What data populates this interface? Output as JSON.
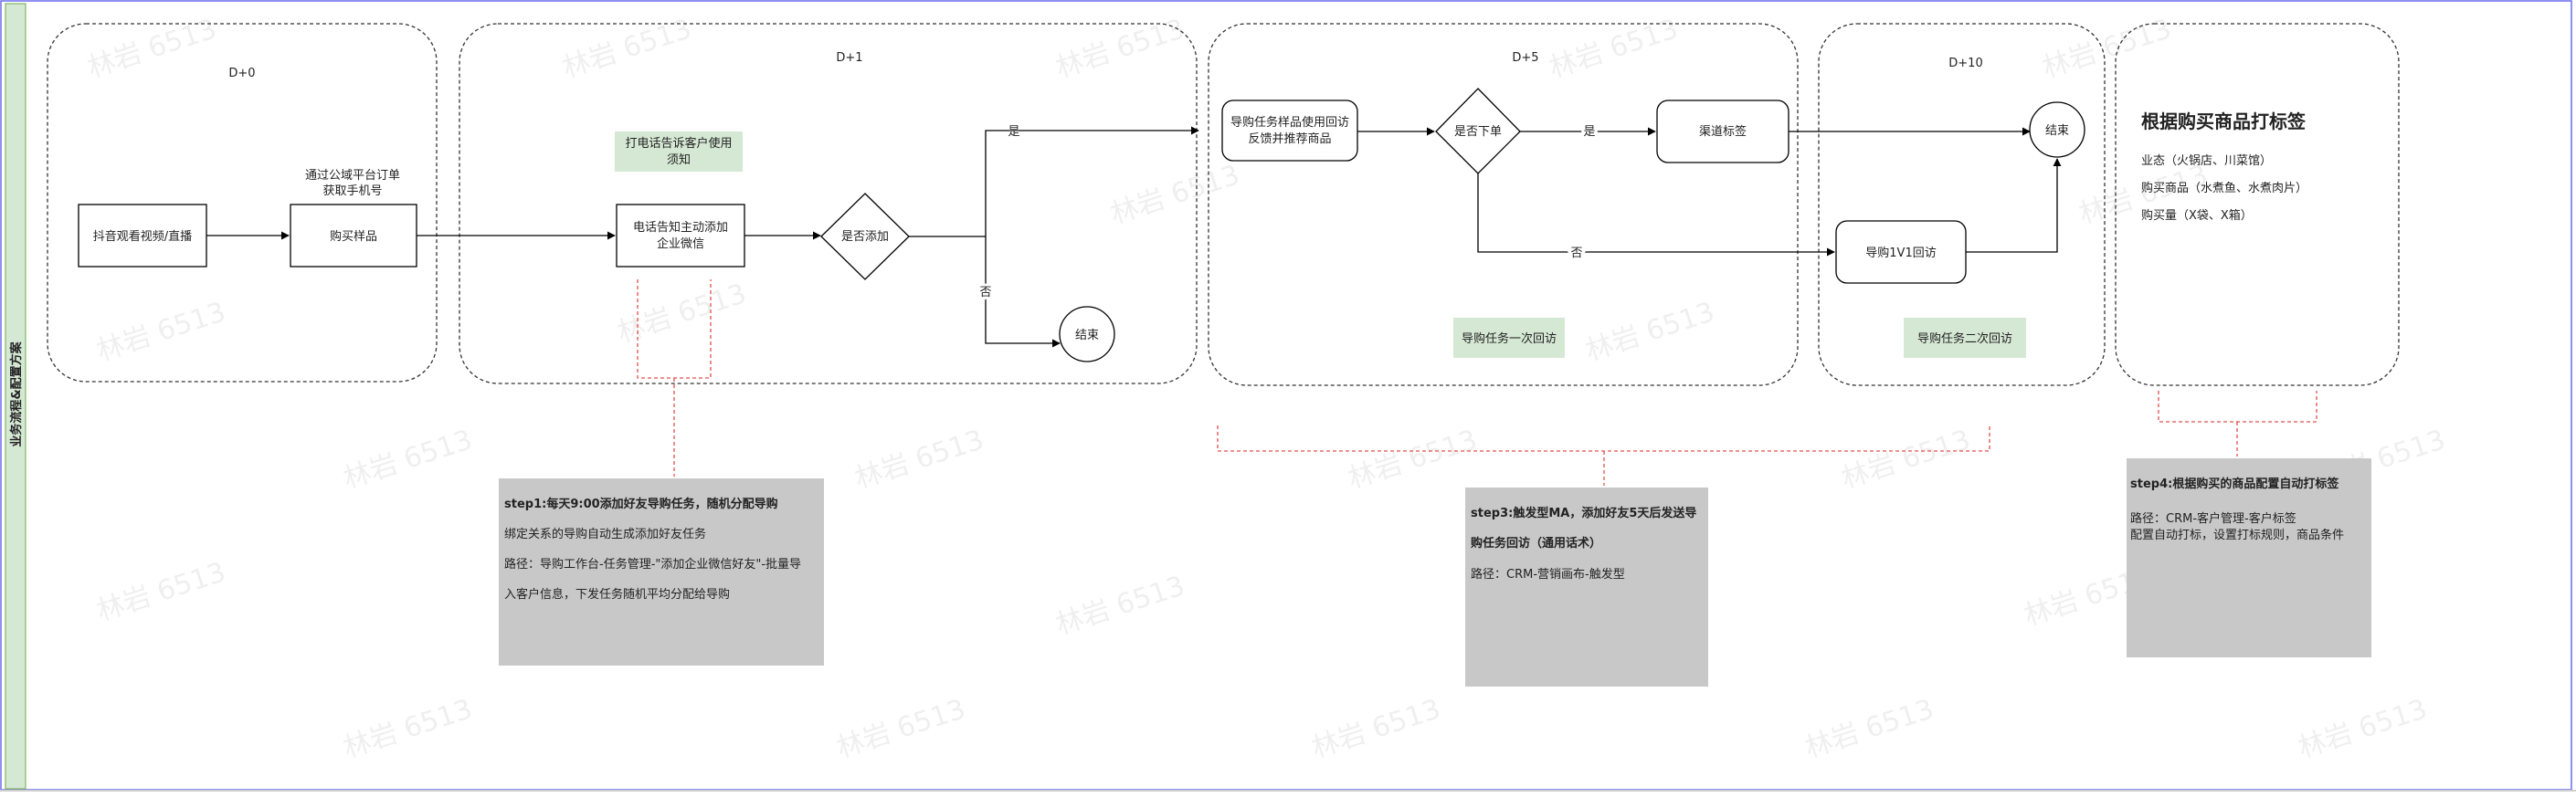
{
  "swimlane": {
    "label": "业务流程&配置方案"
  },
  "phases": {
    "d0": "D+0",
    "d1": "D+1",
    "d5": "D+5",
    "d10": "D+10"
  },
  "nodes": {
    "douyin": "抖音观看视频/直播",
    "buy_sample": "购买样品",
    "get_phone_line1": "通过公域平台订单",
    "get_phone_line2": "获取手机号",
    "call_notify_line1": "打电话告诉客户使用",
    "call_notify_line2": "须知",
    "phone_add_line1": "电话告知主动添加",
    "phone_add_line2": "企业微信",
    "is_added": "是否添加",
    "yes1": "是",
    "no1": "否",
    "end1": "结束",
    "guide_visit_line1": "导购任务样品使用回访",
    "guide_visit_line2": "反馈并推荐商品",
    "is_ordered": "是否下单",
    "yes2": "是",
    "no2": "否",
    "channel_tag": "渠道标签",
    "end2": "结束",
    "guide_1v1": "导购1V1回访",
    "first_visit": "导购任务一次回访",
    "second_visit": "导购任务二次回访"
  },
  "tag_panel": {
    "title": "根据购买商品打标签",
    "line1": "业态（火锅店、川菜馆）",
    "line2": "购买商品（水煮鱼、水煮肉片）",
    "line3": "购买量（X袋、X箱）"
  },
  "notes": {
    "step1": {
      "title": "step1:每天9:00添加好友导购任务，随机分配导购",
      "line1": "绑定关系的导购自动生成添加好友任务",
      "line2": "路径：导购工作台-任务管理-\"添加企业微信好友\"-批量导",
      "line3": "入客户信息，下发任务随机平均分配给导购"
    },
    "step3": {
      "title1": "step3:触发型MA，添加好友5天后发送导",
      "title2": "购任务回访（通用话术）",
      "line1": "路径：CRM-营销画布-触发型"
    },
    "step4": {
      "title": "step4:根据购买的商品配置自动打标签",
      "line1": "路径：CRM-客户管理-客户标签",
      "line2": "配置自动打标，设置打标规则，商品条件"
    }
  },
  "watermark": "林岩 6513",
  "colors": {
    "green_label": "#d5e8d4",
    "note_bg": "#c8c8c8",
    "swimlane_bg": "#d5e8d4",
    "frame_border": "#6c6cf0",
    "red_dash": "#e05050"
  }
}
